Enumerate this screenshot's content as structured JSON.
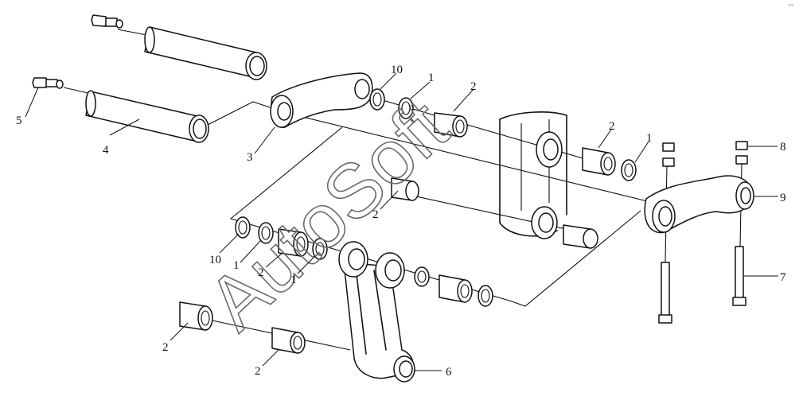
{
  "watermark": "AutoSoft",
  "corner_mark": "ʼ˜",
  "callouts": {
    "c1a": "1",
    "c1b": "1",
    "c1c": "1",
    "c1d": "1",
    "c2a": "2",
    "c2b": "2",
    "c2c": "2",
    "c2d": "2",
    "c2e": "2",
    "c2f": "2",
    "c3": "3",
    "c4": "4",
    "c5": "5",
    "c6": "6",
    "c7": "7",
    "c8": "8",
    "c9": "9",
    "c10a": "10",
    "c10b": "10"
  }
}
